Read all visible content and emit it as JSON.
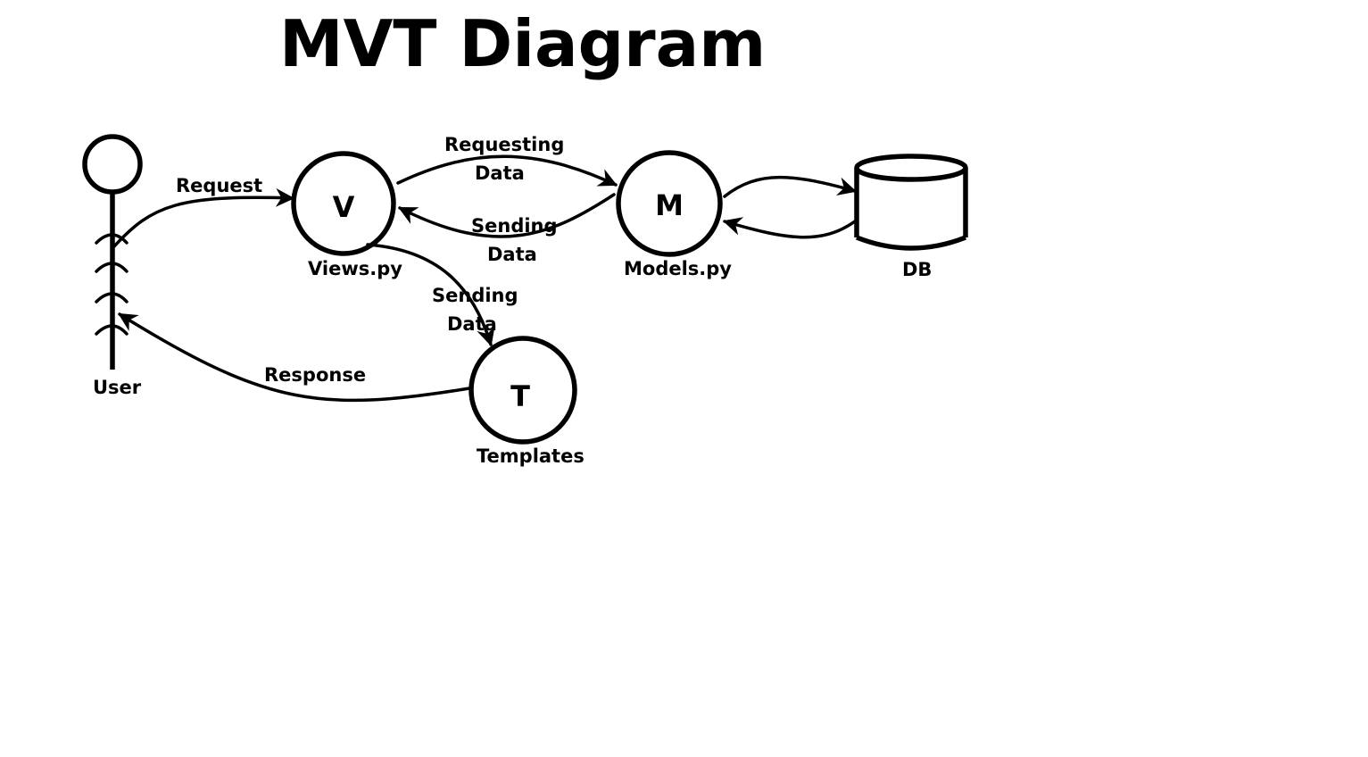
{
  "title": "MVT Diagram",
  "nodes": {
    "user": {
      "label": "User"
    },
    "views": {
      "letter": "V",
      "label": "Views.py"
    },
    "models": {
      "letter": "M",
      "label": "Models.py"
    },
    "db": {
      "label": "DB"
    },
    "templates": {
      "letter": "T",
      "label": "Templates"
    }
  },
  "edges": {
    "request": "Request",
    "requesting_data": [
      "Requesting",
      "Data"
    ],
    "sending_data_models": [
      "Sending",
      "Data"
    ],
    "sending_data_templates": [
      "Sending",
      "Data"
    ],
    "response": "Response"
  },
  "colors": {
    "ink": "#000000",
    "background": "#ffffff"
  }
}
